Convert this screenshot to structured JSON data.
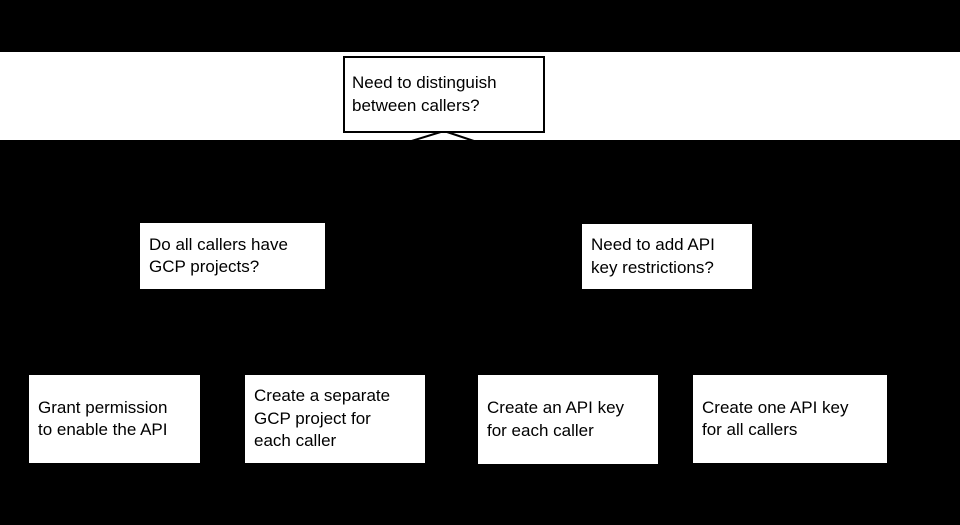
{
  "colors": {
    "background": "#000000",
    "band": "#ffffff",
    "node_fill": "#ffffff",
    "node_border": "#000000",
    "text": "#000000",
    "connector": "#000000"
  },
  "flowchart": {
    "root": {
      "text": "Need to distinguish\nbetween callers?"
    },
    "questions": [
      {
        "text": "Do all callers have\nGCP projects?"
      },
      {
        "text": "Need to add API\nkey restrictions?"
      }
    ],
    "outcomes": [
      {
        "text": "Grant permission\nto enable the API"
      },
      {
        "text": "Create a separate\nGCP project for\neach caller"
      },
      {
        "text": "Create an API key\nfor each caller"
      },
      {
        "text": "Create one API key\nfor all callers"
      }
    ]
  }
}
